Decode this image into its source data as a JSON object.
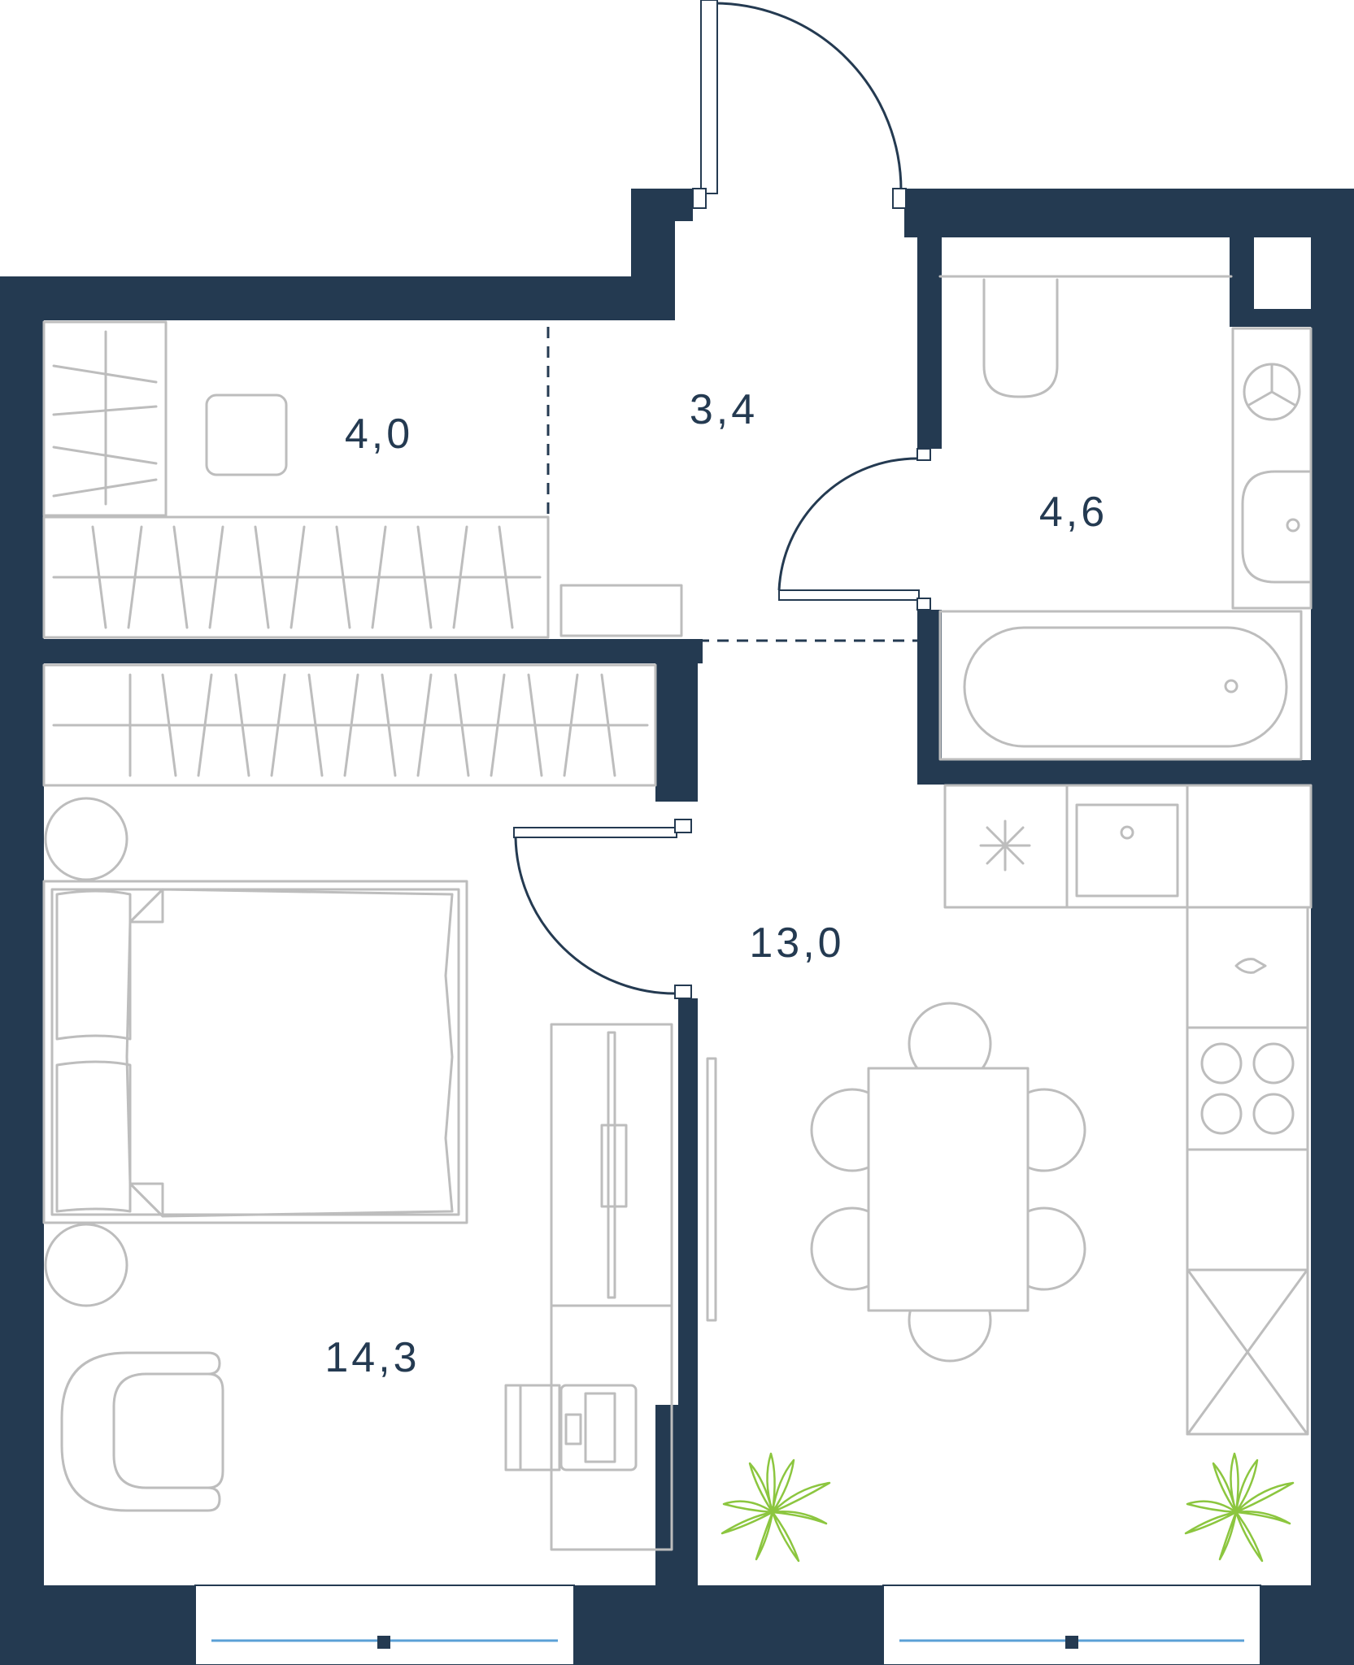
{
  "rooms": [
    {
      "id": "storage",
      "area": "4,0"
    },
    {
      "id": "hallway",
      "area": "3,4"
    },
    {
      "id": "bathroom",
      "area": "4,6"
    },
    {
      "id": "kitchen-living",
      "area": "13,0"
    },
    {
      "id": "bedroom",
      "area": "14,3"
    }
  ],
  "colors": {
    "wall": "#243a51",
    "furniture": "#bdbdbd",
    "plant": "#8cc63f",
    "window": "#5aa0d6"
  },
  "icons": [
    "door-swing",
    "toilet",
    "sink",
    "bathtub",
    "stove",
    "table",
    "chair",
    "bed",
    "wardrobe",
    "plant"
  ]
}
